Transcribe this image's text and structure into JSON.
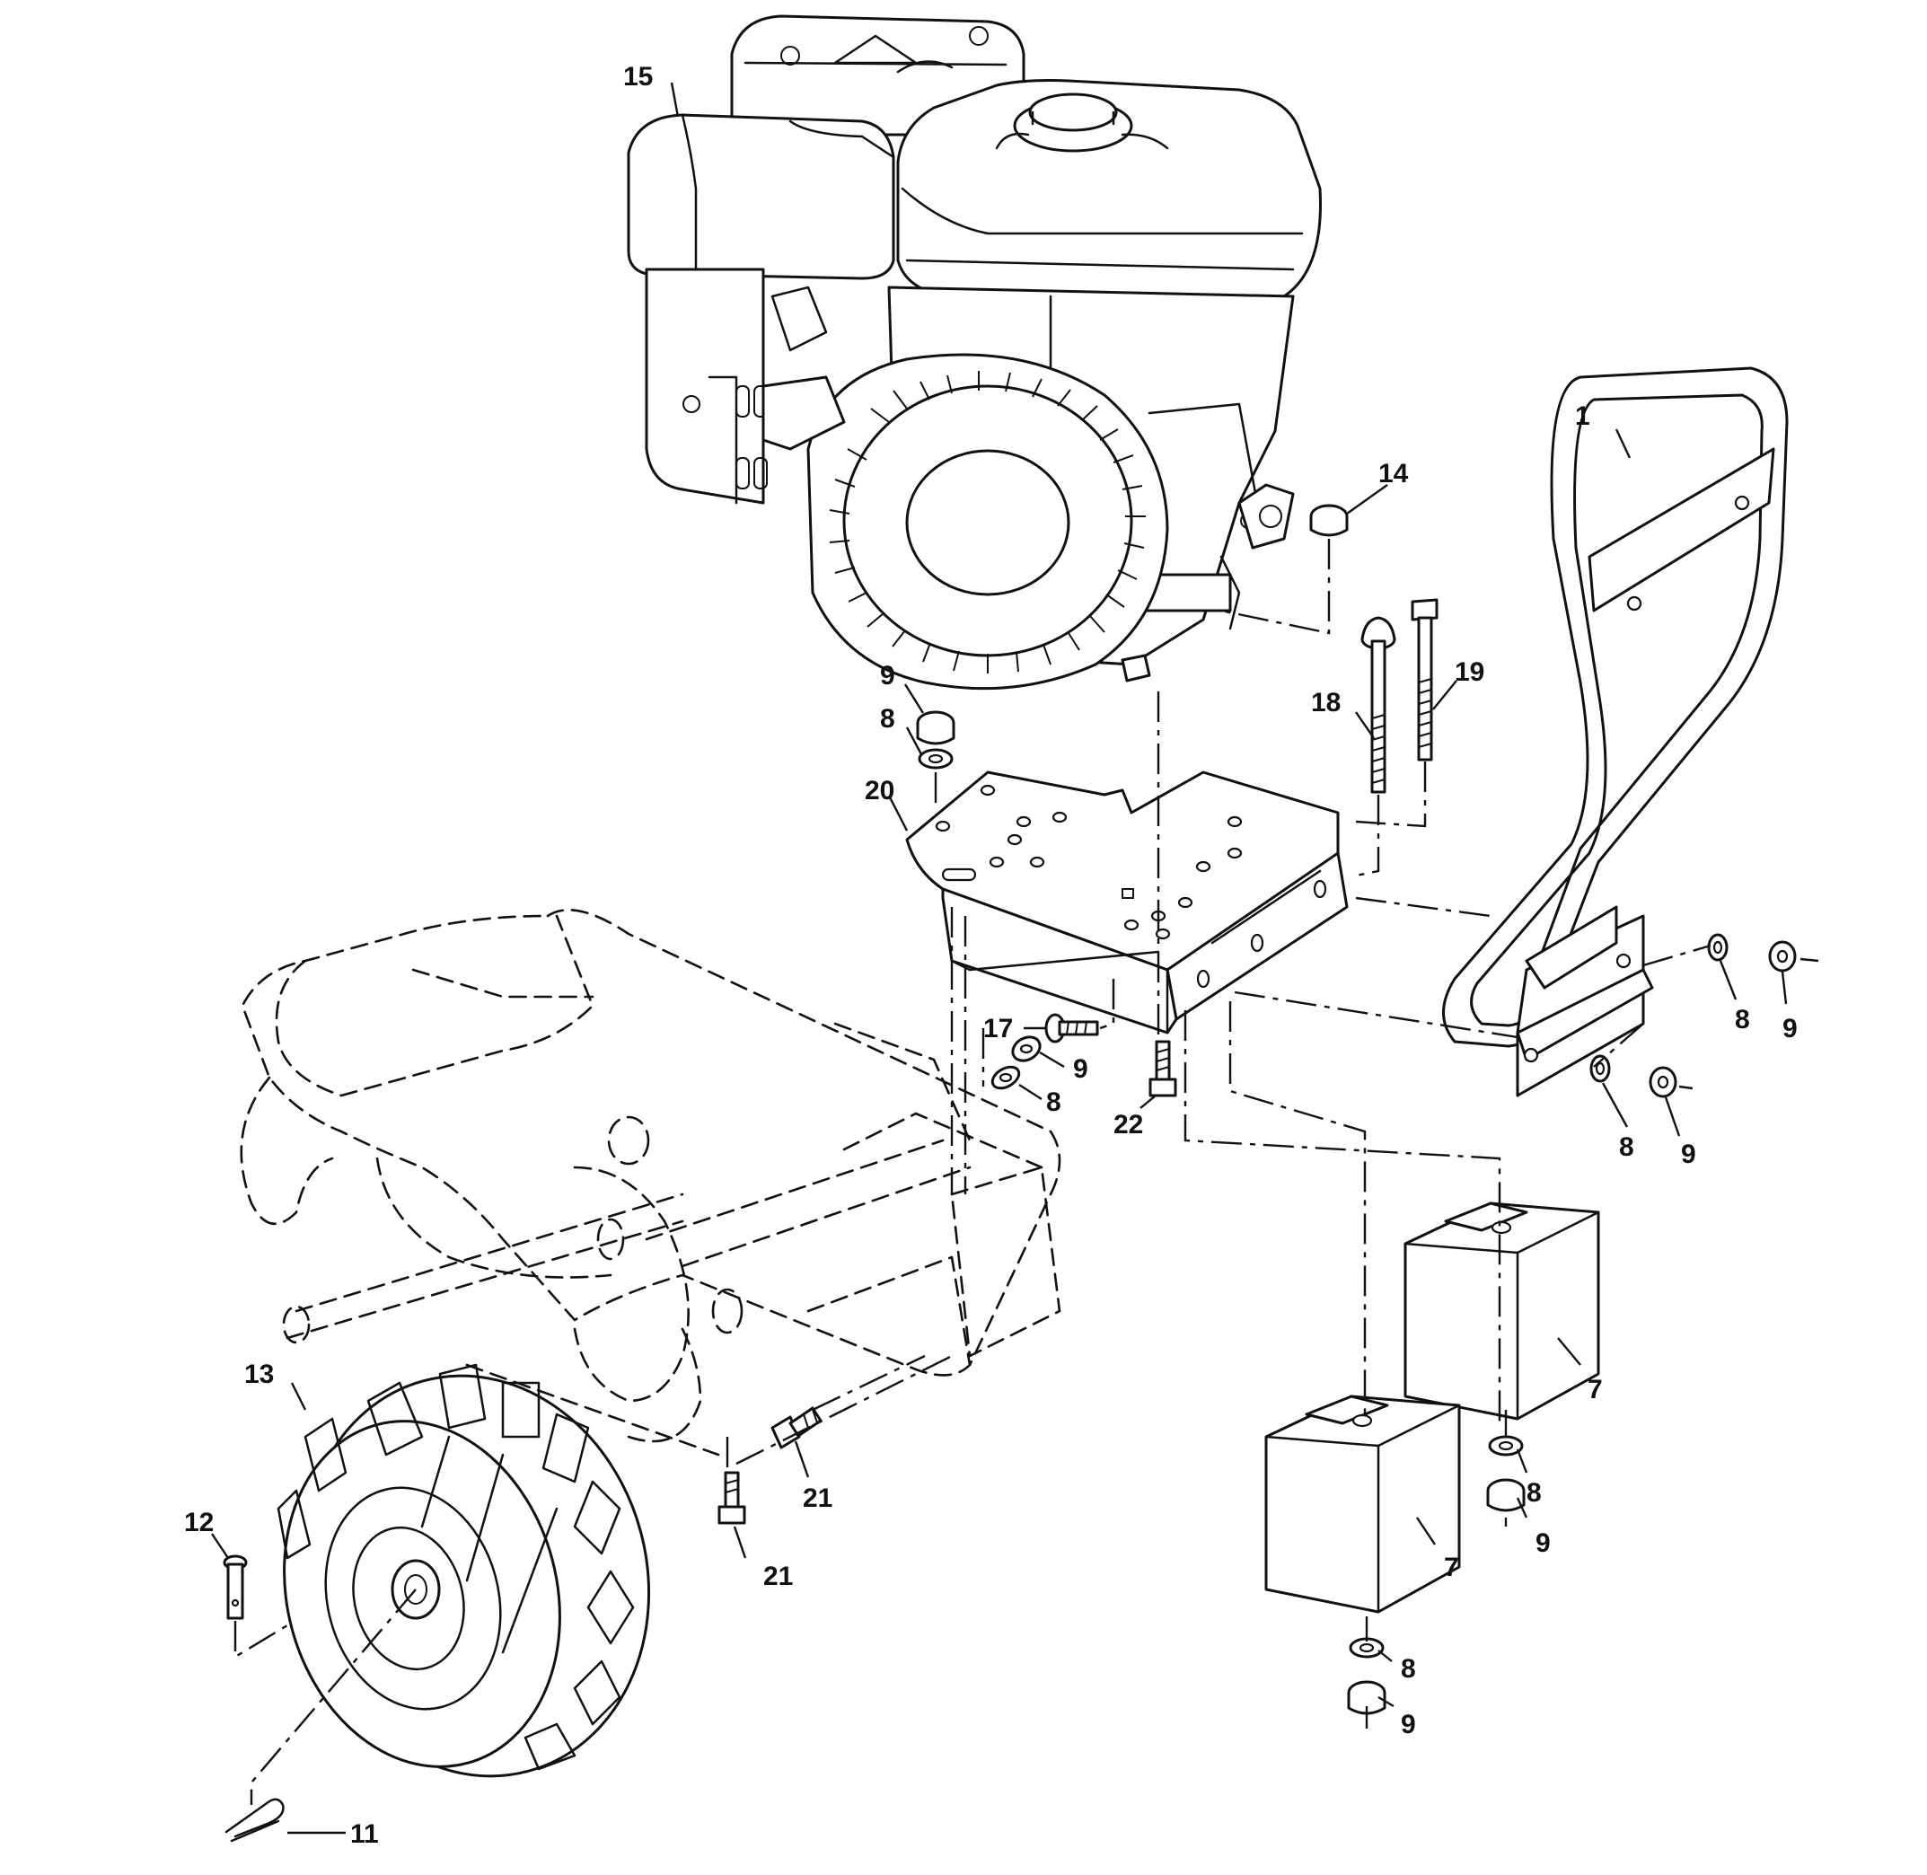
{
  "callouts": {
    "c1": "1",
    "c7a": "7",
    "c7b": "7",
    "c8": "8",
    "c9": "9",
    "c11": "11",
    "c12": "12",
    "c13": "13",
    "c14": "14",
    "c15": "15",
    "c17": "17",
    "c18": "18",
    "c19": "19",
    "c20": "20",
    "c21": "21",
    "c22": "22"
  },
  "colors": {
    "line": "#111111",
    "background": "#ffffff"
  }
}
